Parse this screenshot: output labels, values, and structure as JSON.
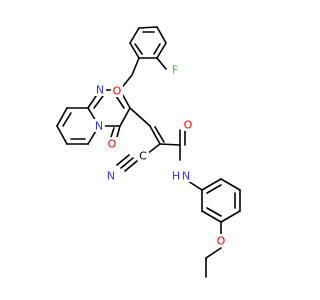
{
  "atoms": {
    "f": {
      "label": "F",
      "color": "#33cc33"
    },
    "o_ether": {
      "label": "O",
      "color": "#ff0000"
    },
    "n_ring_top": {
      "label": "N",
      "color": "#3333ff"
    },
    "n_ring_fused": {
      "label": "N",
      "color": "#3333ff"
    },
    "o_carbonyl_ring": {
      "label": "O",
      "color": "#ff0000"
    },
    "n_nitrile": {
      "label": "N",
      "color": "#3333ff"
    },
    "c_nitrile": {
      "label": "C",
      "color": "#000000"
    },
    "o_amide": {
      "label": "O",
      "color": "#ff0000"
    },
    "n_amide": {
      "label": "N",
      "color": "#3333ff"
    },
    "h_amide": {
      "label": "H",
      "color": "#3333ff"
    },
    "o_ethoxy": {
      "label": "O",
      "color": "#ff0000"
    }
  }
}
